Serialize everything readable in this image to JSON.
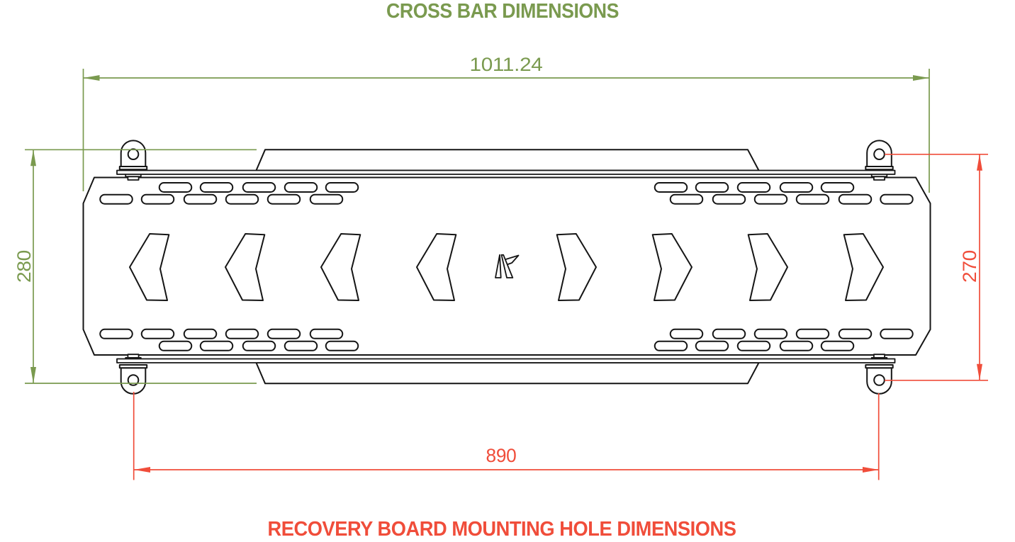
{
  "titles": {
    "top": "CROSS BAR DIMENSIONS",
    "bottom": "RECOVERY BOARD MOUNTING HOLE DIMENSIONS"
  },
  "dimensions": {
    "overall_width": "1011.24",
    "overall_height": "280",
    "mounting_hole_spacing_width": "890",
    "mounting_hole_spacing_height": "270"
  },
  "colors": {
    "dimension_green": "#7a9a4f",
    "dimension_red": "#f04d3a",
    "drawing_outline": "#151515",
    "background": "#ffffff"
  },
  "icons": {
    "center_logo": "kaon-k-logo"
  }
}
